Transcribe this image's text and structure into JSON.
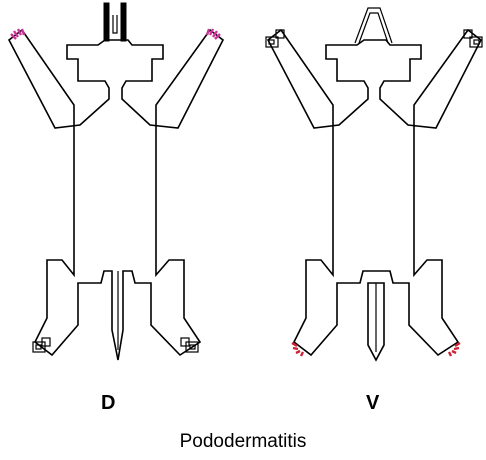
{
  "figures": [
    {
      "view_label": "D",
      "lesion_color": "#cc3399"
    },
    {
      "view_label": "V",
      "lesion_color": "#cc2233"
    }
  ],
  "caption": "Pododermatitis"
}
